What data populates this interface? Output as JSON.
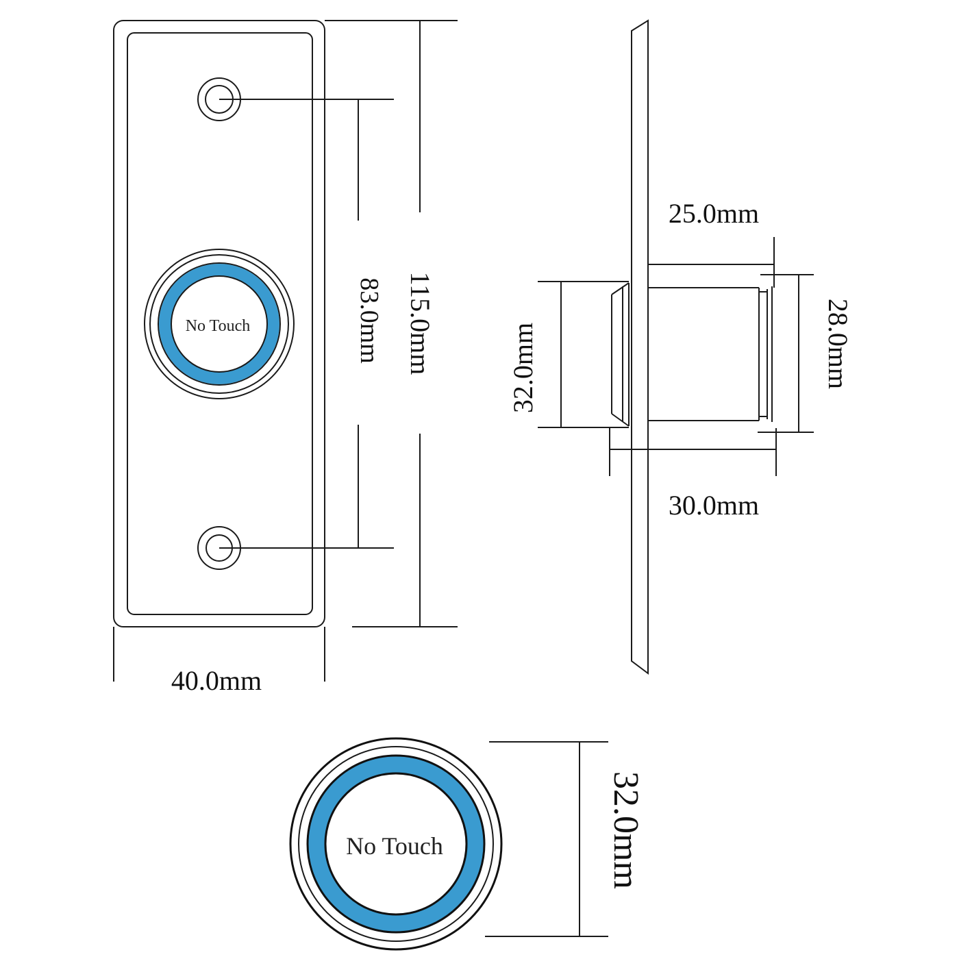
{
  "button_label": "No Touch",
  "accent_color": "#3a9bd0",
  "dimensions": {
    "plate_width": "40.0mm",
    "plate_height": "115.0mm",
    "hole_spacing": "83.0mm",
    "body_length": "25.0mm",
    "body_diameter": "28.0mm",
    "bezel_diameter_side": "32.0mm",
    "total_depth": "30.0mm",
    "bezel_diameter_bottom": "32.0mm"
  }
}
